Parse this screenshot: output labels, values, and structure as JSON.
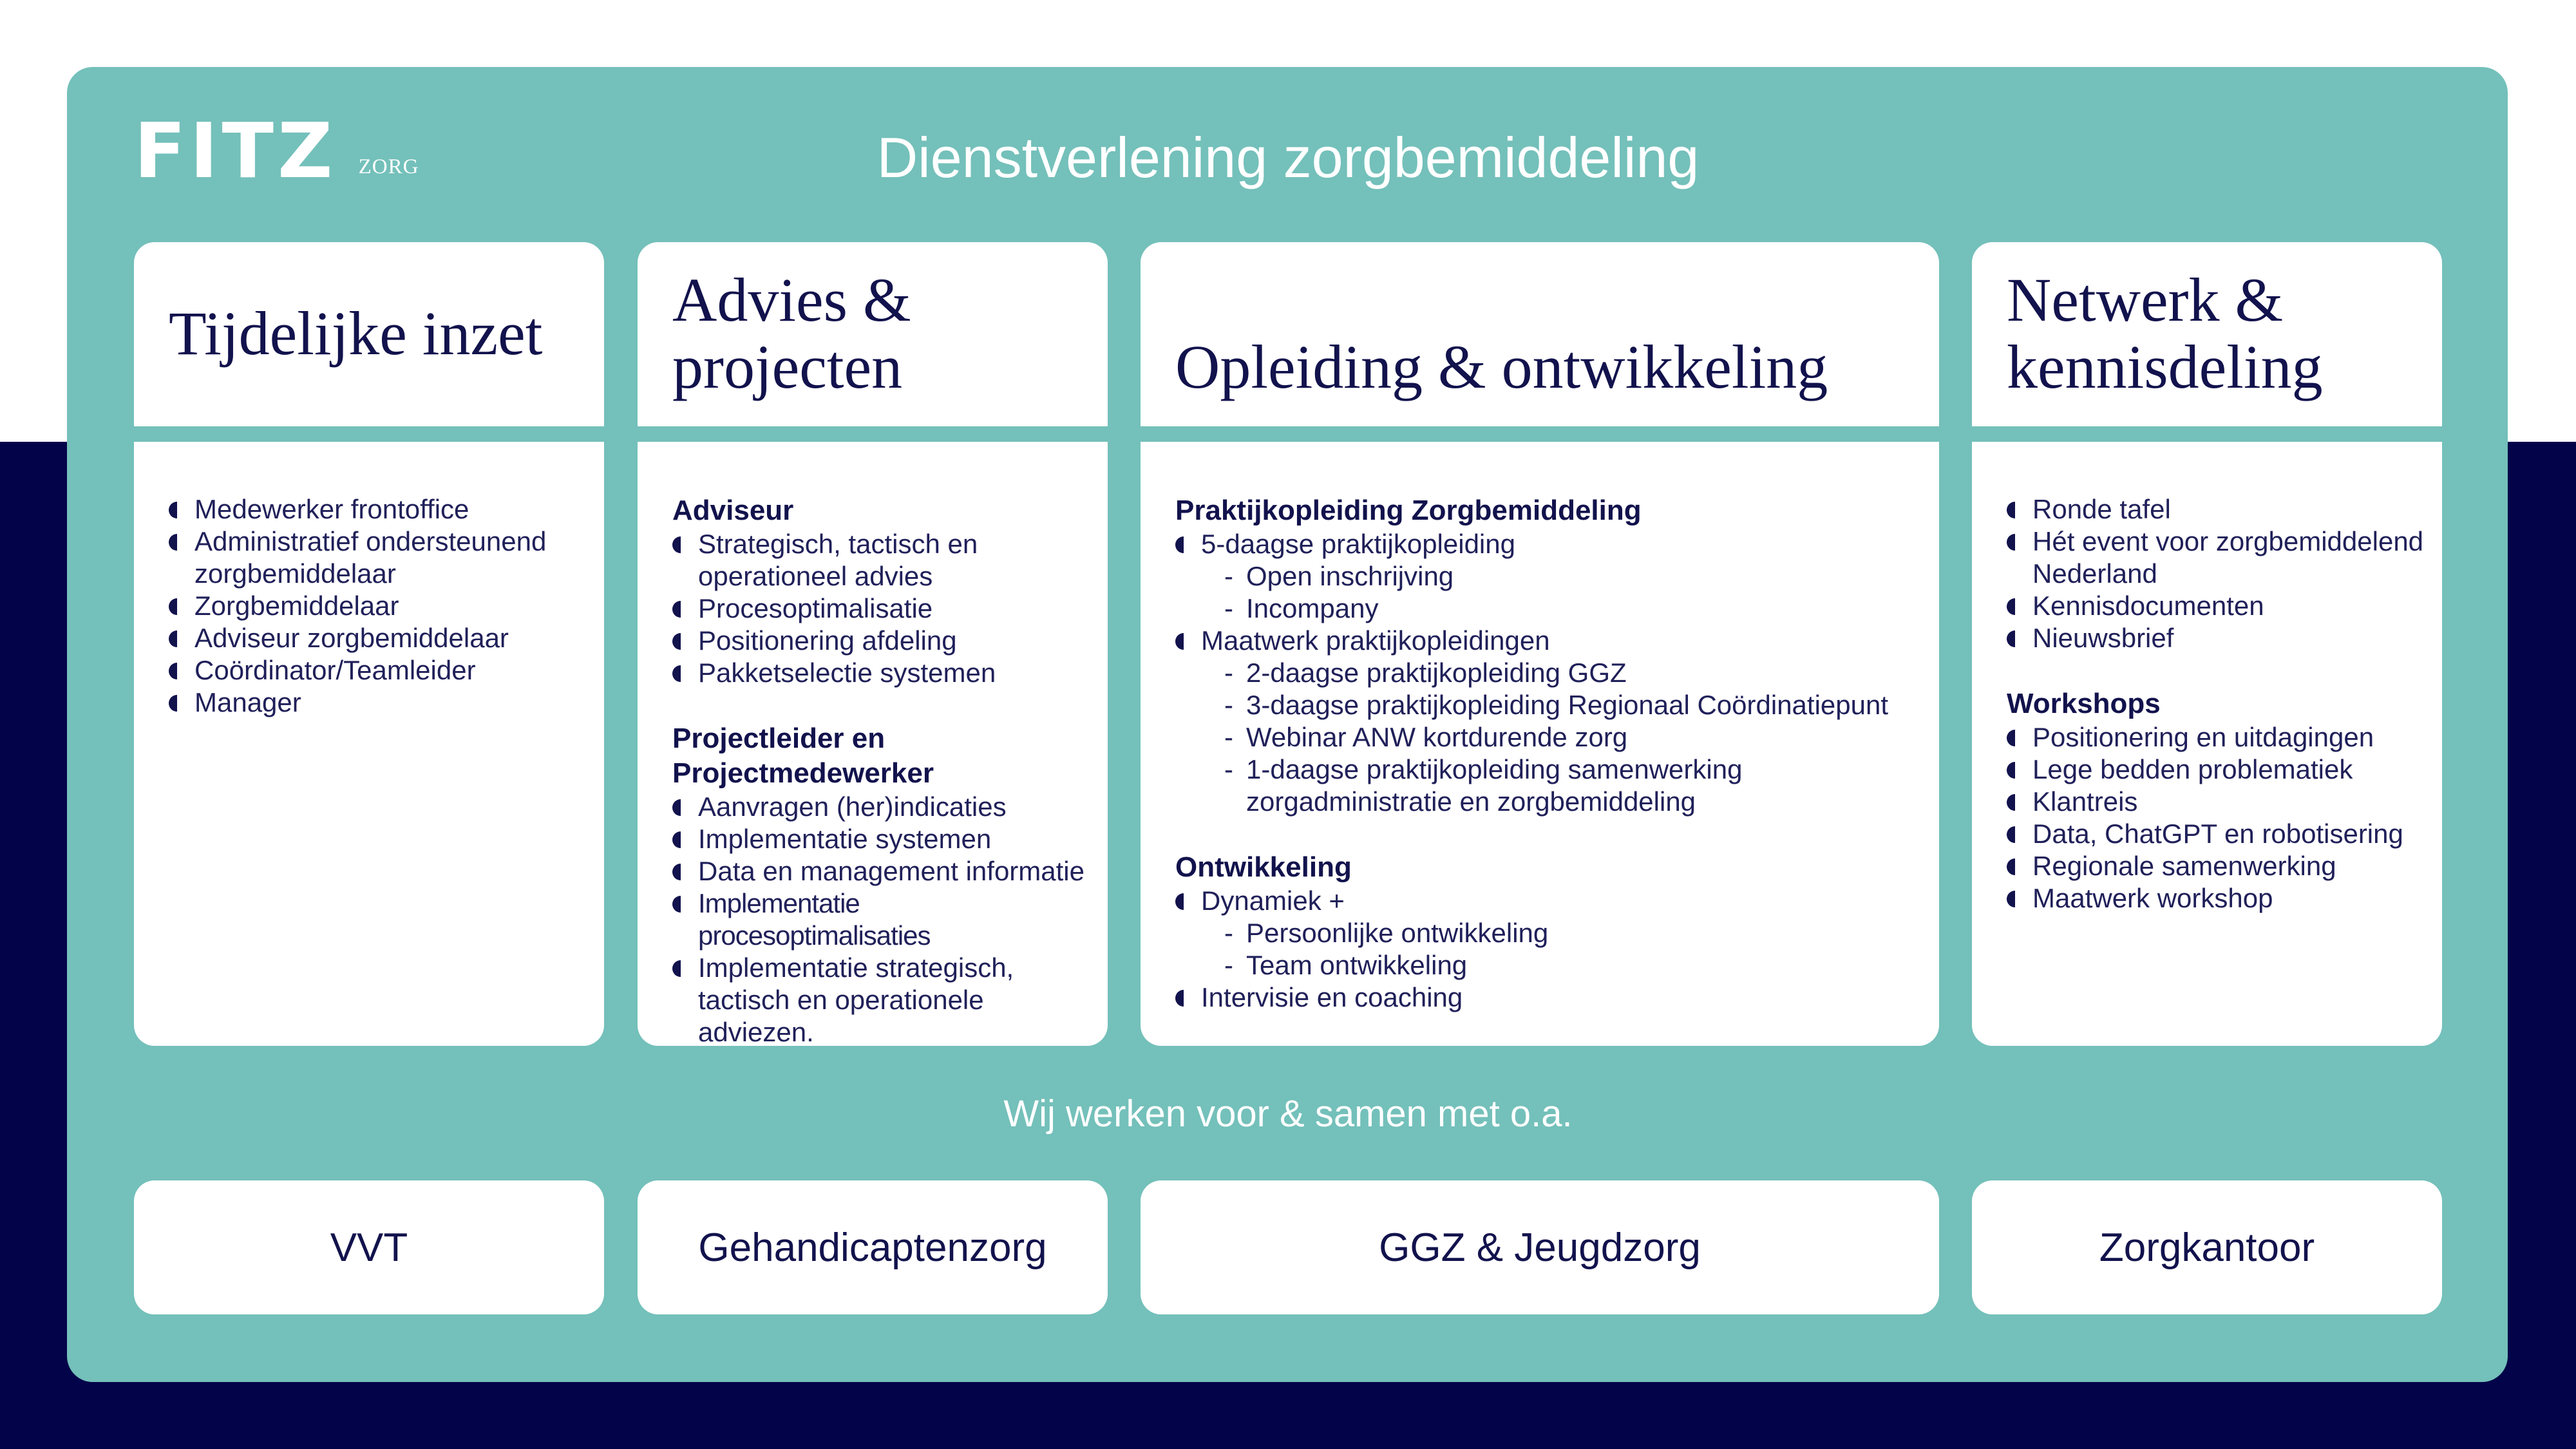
{
  "logo": {
    "mark": "FITZ",
    "sub": "ZORG"
  },
  "title": "Dienstverlening zorgbemiddeling",
  "colors": {
    "panel": "#74c0ba",
    "navy": "#03034a",
    "text": "#12124d"
  },
  "cards": [
    {
      "title": "Tijdelijke inzet",
      "items": [
        "Medewerker frontoffice",
        "Administratief ondersteunend zorgbemiddelaar",
        "Zorgbemiddelaar",
        "Adviseur zorgbemiddelaar",
        "Coördinator/Teamleider",
        "Manager"
      ]
    },
    {
      "title": "Advies & projecten",
      "sections": [
        {
          "heading": "Adviseur",
          "items": [
            "Strategisch, tactisch en operationeel advies",
            "Procesoptimalisatie",
            "Positionering afdeling",
            "Pakketselectie systemen"
          ]
        },
        {
          "heading": "Projectleider en Projectmedewerker",
          "items": [
            "Aanvragen (her)indicaties",
            "Implementatie systemen",
            "Data en management informatie",
            "Implementatie procesoptimalisaties",
            "Implementatie strategisch, tactisch en operationele adviezen."
          ]
        }
      ]
    },
    {
      "title": "Opleiding & ontwikkeling",
      "sections": [
        {
          "heading": "Praktijkopleiding Zorgbemiddeling",
          "items": [
            {
              "label": "5-daagse praktijkopleiding",
              "sub": [
                "Open inschrijving",
                "Incompany"
              ]
            },
            {
              "label": "Maatwerk praktijkopleidingen",
              "sub": [
                "2-daagse praktijkopleiding GGZ",
                "3-daagse praktijkopleiding Regionaal Coördinatiepunt",
                "Webinar ANW kortdurende zorg",
                "1-daagse praktijkopleiding samenwerking zorgadministratie en zorgbemiddeling"
              ]
            }
          ]
        },
        {
          "heading": "Ontwikkeling",
          "items": [
            {
              "label": "Dynamiek +",
              "sub": [
                "Persoonlijke ontwikkeling",
                "Team ontwikkeling"
              ]
            },
            {
              "label": "Intervisie en coaching",
              "sub": []
            }
          ]
        }
      ]
    },
    {
      "title": "Netwerk & kennisdeling",
      "items": [
        "Ronde tafel",
        "Hét event voor zorgbemiddelend Nederland",
        "Kennisdocumenten",
        "Nieuwsbrief"
      ],
      "workshops_heading": "Workshops",
      "workshops": [
        "Positionering en uitdagingen",
        "Lege bedden problematiek",
        "Klantreis",
        "Data, ChatGPT en robotisering",
        "Regionale samenwerking",
        "Maatwerk workshop"
      ]
    }
  ],
  "partners_title": "Wij werken voor & samen met o.a.",
  "sectors": [
    "VVT",
    "Gehandicaptenzorg",
    "GGZ & Jeugdzorg",
    "Zorgkantoor"
  ]
}
